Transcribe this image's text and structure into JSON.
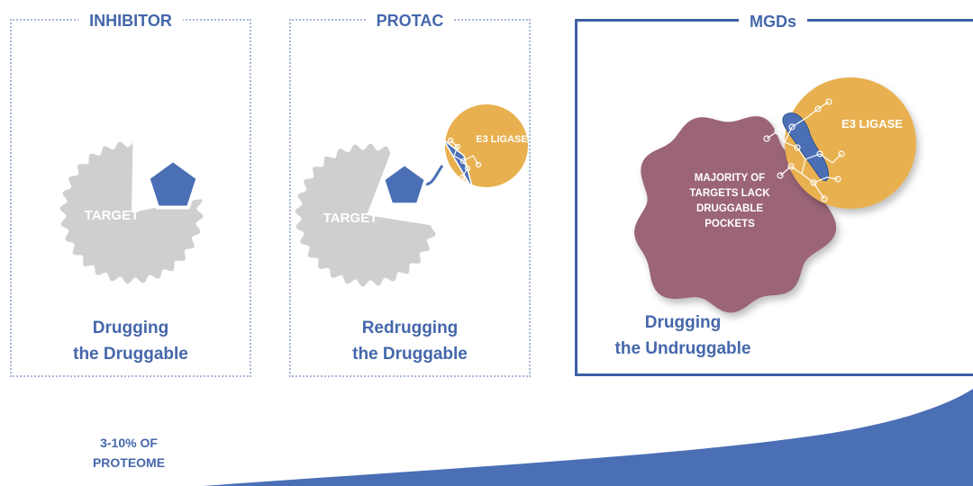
{
  "panels": {
    "inhibitor": {
      "title": "INHIBITOR",
      "target_label": "TARGET",
      "caption_line1": "Drugging",
      "caption_line2": "the Druggable"
    },
    "protac": {
      "title": "PROTAC",
      "target_label": "TARGET",
      "ligase_label": "E3 LIGASE",
      "caption_line1": "Redrugging",
      "caption_line2": "the Druggable"
    },
    "mgds": {
      "title": "MGDs",
      "ligase_label": "E3 LIGASE",
      "target_line1": "MAJORITY OF",
      "target_line2": "TARGETS LACK",
      "target_line3": "DRUGGABLE",
      "target_line4": "POCKETS",
      "caption_line1": "Drugging",
      "caption_line2": "the Undruggable"
    }
  },
  "footer": {
    "proteome_line1": "3-10% OF",
    "proteome_line2": "PROTEOME"
  },
  "colors": {
    "target_gray": "#cfcfcf",
    "drug_blue": "#4a6fb5",
    "ligase_orange": "#e8b04f",
    "mgd_target": "#9b6577",
    "accent_blue": "#3e5fa6"
  }
}
